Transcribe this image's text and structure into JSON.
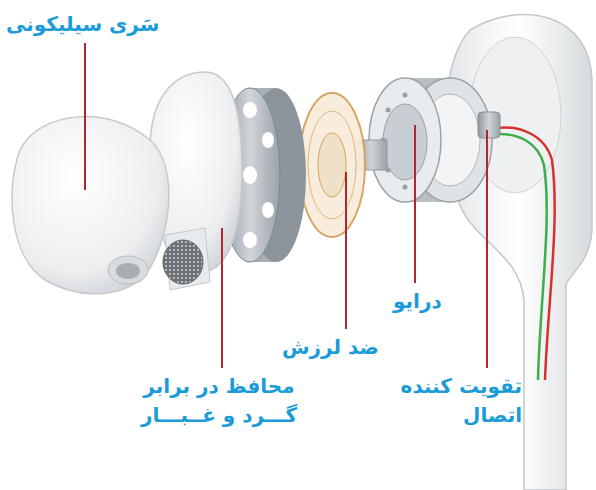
{
  "diagram": {
    "labels": [
      "سَری سیلیکونی",
      "محافظ در برابر گـــرد و غــبـــار",
      "ضد لرزش",
      "درایو",
      "تقویت کننده اتصال"
    ]
  }
}
